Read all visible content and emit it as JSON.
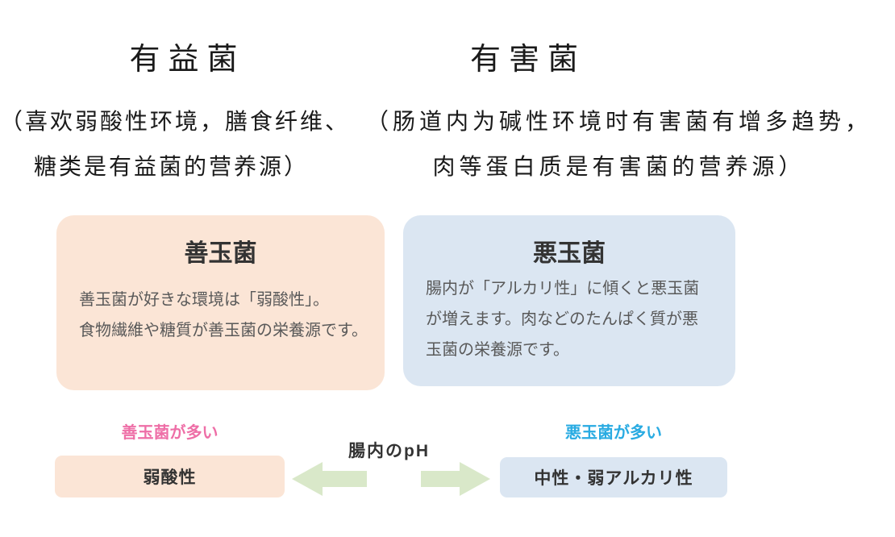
{
  "left_column": {
    "title": "有益菌",
    "note_line1": "（喜欢弱酸性环境，膳食纤维、",
    "note_line2": "糖类是有益菌的营养源）"
  },
  "right_column": {
    "title": "有害菌",
    "note_line1": "（肠道内为碱性环境时有害菌有增多趋势，",
    "note_line2": "肉等蛋白质是有害菌的营养源）"
  },
  "cards": {
    "good": {
      "title": "善玉菌",
      "body_line1": "善玉菌が好きな環境は「弱酸性」。",
      "body_line2": "食物繊維や糖質が善玉菌の栄養源です。",
      "bg_color": "#fbe5d6"
    },
    "bad": {
      "title": "悪玉菌",
      "body_line1": "腸内が「アルカリ性」に傾くと悪玉菌",
      "body_line2": "が増えます。肉などのたんぱく質が悪",
      "body_line3": "玉菌の栄養源です。",
      "bg_color": "#dbe6f2"
    }
  },
  "ph_scale": {
    "good_label": "善玉菌が多い",
    "good_label_color": "#ee6fa7",
    "good_box": "弱酸性",
    "good_box_color": "#fbe5d6",
    "center_label": "腸内のpH",
    "bad_label": "悪玉菌が多い",
    "bad_label_color": "#29abe2",
    "bad_box": "中性・弱アルカリ性",
    "bad_box_color": "#dbe6f2",
    "arrow_color": "#d9e8c9"
  }
}
